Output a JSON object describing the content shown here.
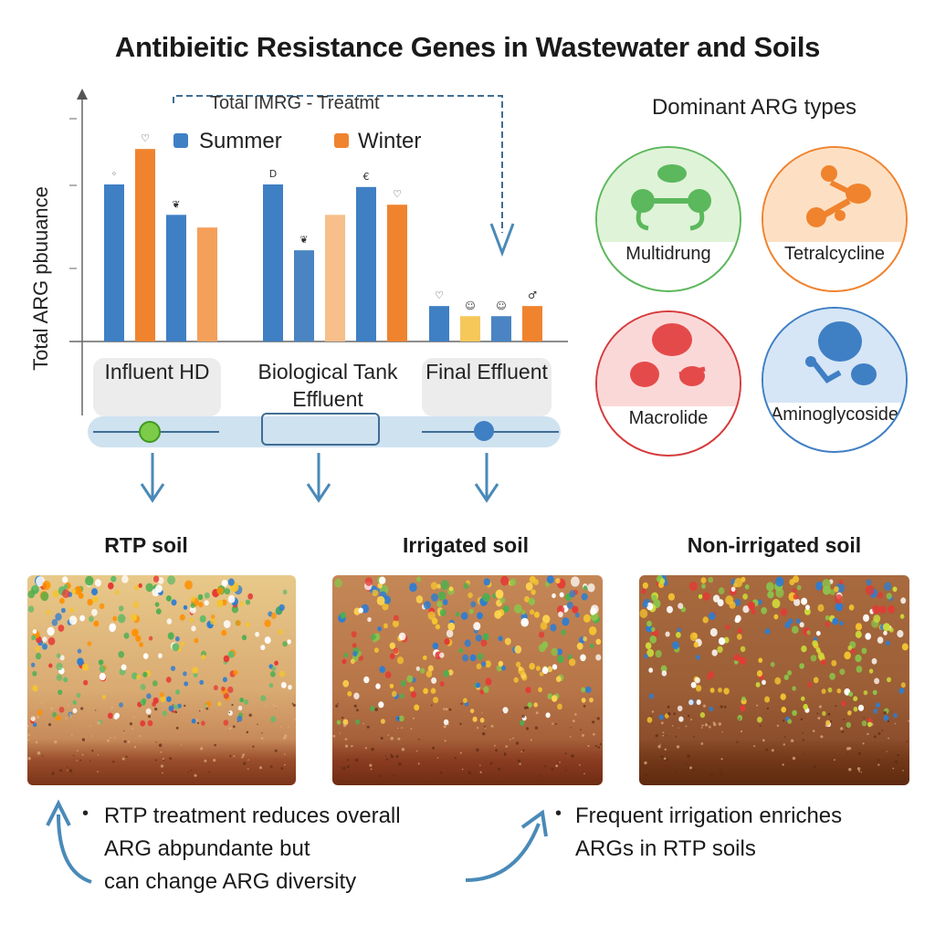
{
  "title": "Antibieitic Resistance Genes in Wastewater and Soils",
  "chart_data": {
    "type": "bar",
    "ylabel": "Total ARG pbuuance",
    "legend_title": "Total IMRG - Treatmt",
    "categories": [
      "Influent HD",
      "Biological Tank Effluent",
      "Final Effluent"
    ],
    "series": [
      {
        "name": "Summer",
        "color": "#3f7fc4"
      },
      {
        "name": "Winter",
        "color": "#f0832e"
      }
    ],
    "bars": [
      {
        "group": 0,
        "value": 62,
        "color": "#3f7fc4",
        "mark": "◦"
      },
      {
        "group": 0,
        "value": 76,
        "color": "#f0832e",
        "mark": "♡"
      },
      {
        "group": 0,
        "value": 50,
        "color": "#3f7fc4",
        "mark": "❦"
      },
      {
        "group": 0,
        "value": 45,
        "color": "#f5a05a",
        "mark": ""
      },
      {
        "group": 1,
        "value": 62,
        "color": "#3f7fc4",
        "mark": "D"
      },
      {
        "group": 1,
        "value": 36,
        "color": "#4a84c2",
        "mark": "❦"
      },
      {
        "group": 1,
        "value": 50,
        "color": "#f7bf8a",
        "mark": ""
      },
      {
        "group": 1,
        "value": 61,
        "color": "#3f7fc4",
        "mark": "€"
      },
      {
        "group": 1,
        "value": 54,
        "color": "#f0832e",
        "mark": "♡"
      },
      {
        "group": 2,
        "value": 14,
        "color": "#3f7fc4",
        "mark": "♡"
      },
      {
        "group": 2,
        "value": 10,
        "color": "#f6c85a",
        "mark": "☺"
      },
      {
        "group": 2,
        "value": 10,
        "color": "#4a84c2",
        "mark": "☺"
      },
      {
        "group": 2,
        "value": 14,
        "color": "#f0832e",
        "mark": "♂"
      }
    ],
    "ylim": [
      0,
      90
    ],
    "grid": false,
    "legend_position": "top"
  },
  "categories": {
    "influent": "Influent HD",
    "biological": "Biological Tank Effluent",
    "final": "Final Effluent"
  },
  "dominant": {
    "title": "Dominant ARG types",
    "types": [
      {
        "label": "Multidrung",
        "color": "#5cb85c"
      },
      {
        "label": "Tetralcycline",
        "color": "#f0832e"
      },
      {
        "label": "Macrolide",
        "color": "#e54a4a"
      },
      {
        "label": "Aminoglycoside",
        "color": "#3f7fc4"
      }
    ]
  },
  "soils": {
    "rtp": "RTP soil",
    "irrigated": "Irrigated soil",
    "non_irrigated": "Non-irrigated soil"
  },
  "notes": {
    "left_lines": [
      "RTP treatment reduces overall",
      "ARG abpundante but",
      "can change ARG diversity"
    ],
    "right_lines": [
      "Frequent irrigation enriches",
      "ARGs in RTP soils"
    ]
  }
}
